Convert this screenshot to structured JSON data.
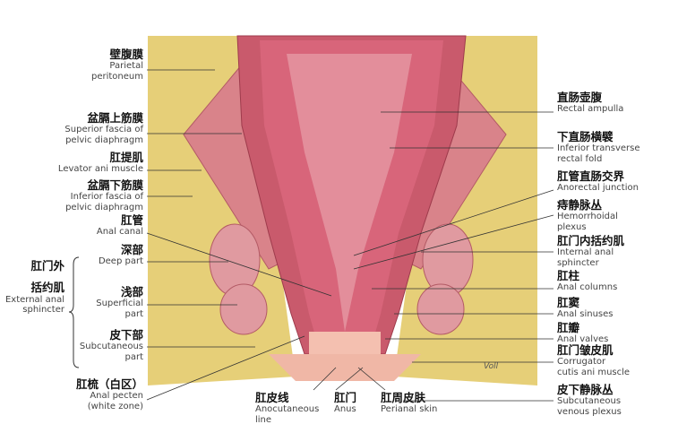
{
  "labels_left": [
    {
      "id": "parietal-peritoneum",
      "zh": "壁腹膜",
      "en": [
        "Parietal",
        "peritoneum"
      ]
    },
    {
      "id": "superior-fascia",
      "zh": "盆膈上筋膜",
      "en": [
        "Superior fascia of",
        "pelvic diaphragm"
      ]
    },
    {
      "id": "levator-ani",
      "zh": "肛提肌",
      "en": [
        "Levator ani muscle"
      ]
    },
    {
      "id": "inferior-fascia",
      "zh": "盆膈下筋膜",
      "en": [
        "Inferior fascia of",
        "pelvic diaphragm"
      ]
    },
    {
      "id": "anal-canal",
      "zh": "肛管",
      "en": [
        "Anal canal"
      ]
    },
    {
      "id": "deep-part",
      "zh": "深部",
      "en": [
        "Deep part"
      ]
    },
    {
      "id": "superficial-part",
      "zh": "浅部",
      "en": [
        "Superficial",
        "part"
      ]
    },
    {
      "id": "subcutaneous-part",
      "zh": "皮下部",
      "en": [
        "Subcutaneous",
        "part"
      ]
    },
    {
      "id": "anal-pecten",
      "zh": "肛梳（白区）",
      "en": [
        "Anal pecten",
        "(white zone)"
      ]
    }
  ],
  "group_label": {
    "zh": [
      "肛门外",
      "括约肌"
    ],
    "en": [
      "External anal",
      "sphincter"
    ]
  },
  "labels_bottom": [
    {
      "id": "anocutaneous-line",
      "zh": "肛皮线",
      "en": [
        "Anocutaneous",
        "line"
      ]
    },
    {
      "id": "anus",
      "zh": "肛门",
      "en": [
        "Anus"
      ]
    },
    {
      "id": "perianal-skin",
      "zh": "肛周皮肤",
      "en": [
        "Perianal skin"
      ]
    }
  ],
  "labels_right": [
    {
      "id": "rectal-ampulla",
      "zh": "直肠壶腹",
      "en": [
        "Rectal ampulla"
      ]
    },
    {
      "id": "inferior-transverse-fold",
      "zh": "下直肠横襞",
      "en": [
        "Inferior transverse",
        "rectal fold"
      ]
    },
    {
      "id": "anorectal-junction",
      "zh": "肛管直肠交界",
      "en": [
        "Anorectal junction"
      ]
    },
    {
      "id": "hemorrhoidal-plexus",
      "zh": "痔静脉丛",
      "en": [
        "Hemorrhoidal",
        "plexus"
      ]
    },
    {
      "id": "internal-anal-sphincter",
      "zh": "肛门内括约肌",
      "en": [
        "Internal anal",
        "sphincter"
      ]
    },
    {
      "id": "anal-columns",
      "zh": "肛柱",
      "en": [
        "Anal columns"
      ]
    },
    {
      "id": "anal-sinuses",
      "zh": "肛窦",
      "en": [
        "Anal sinuses"
      ]
    },
    {
      "id": "anal-valves",
      "zh": "肛瓣",
      "en": [
        "Anal valves"
      ]
    },
    {
      "id": "corrugator-cutis",
      "zh": "肛门皱皮肌",
      "en": [
        "Corrugator",
        "cutis ani muscle"
      ]
    },
    {
      "id": "subcutaneous-venous-plexus",
      "zh": "皮下静脉丛",
      "en": [
        "Subcutaneous",
        "venous plexus"
      ]
    }
  ],
  "signature": "Voll",
  "colors": {
    "fat": "#e6cf78",
    "muscle": "#d9838a",
    "mucosa": "#d8657a",
    "lumen": "#e8a0aa",
    "skin": "#f0b7a6"
  }
}
